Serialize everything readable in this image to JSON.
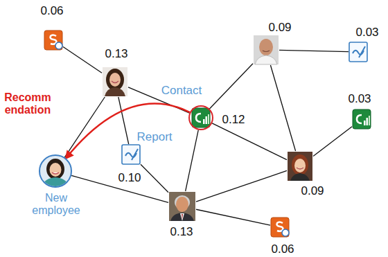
{
  "diagram": {
    "nodes": [
      {
        "text": [
          "0.06"
        ]
      },
      {
        "text": [
          "0.13"
        ]
      },
      {
        "text": [
          "Contact",
          "0.12"
        ]
      },
      {
        "text": [
          "0.09"
        ]
      },
      {
        "text": [
          "0.03"
        ]
      },
      {
        "text": [
          "0.03"
        ]
      },
      {
        "text": [
          "Report",
          "0.10"
        ]
      },
      {
        "text": [
          "New employee"
        ]
      },
      {
        "text": [
          "0.09"
        ]
      },
      {
        "text": [
          "0.13"
        ]
      },
      {
        "text": [
          "0.06"
        ]
      }
    ],
    "edges": [
      {
        "from": 0,
        "to": 1,
        "arrow": "none"
      },
      {
        "from": 1,
        "to": 2,
        "arrow": "none"
      },
      {
        "from": 1,
        "to": 6,
        "arrow": "none"
      },
      {
        "from": 1,
        "to": 7,
        "arrow": "none"
      },
      {
        "from": 2,
        "to": 3,
        "arrow": "none"
      },
      {
        "from": 2,
        "to": 8,
        "arrow": "none"
      },
      {
        "from": 2,
        "to": 9,
        "arrow": "none"
      },
      {
        "from": 3,
        "to": 4,
        "arrow": "none"
      },
      {
        "from": 3,
        "to": 8,
        "arrow": "none"
      },
      {
        "from": 5,
        "to": 8,
        "arrow": "none"
      },
      {
        "from": 6,
        "to": 9,
        "arrow": "none"
      },
      {
        "from": 7,
        "to": 9,
        "arrow": "none"
      },
      {
        "from": 8,
        "to": 9,
        "arrow": "none"
      },
      {
        "from": 9,
        "to": 10,
        "arrow": "none"
      },
      {
        "from": 2,
        "to": 7,
        "label": "Recomm endation",
        "arrow": "to"
      }
    ]
  }
}
